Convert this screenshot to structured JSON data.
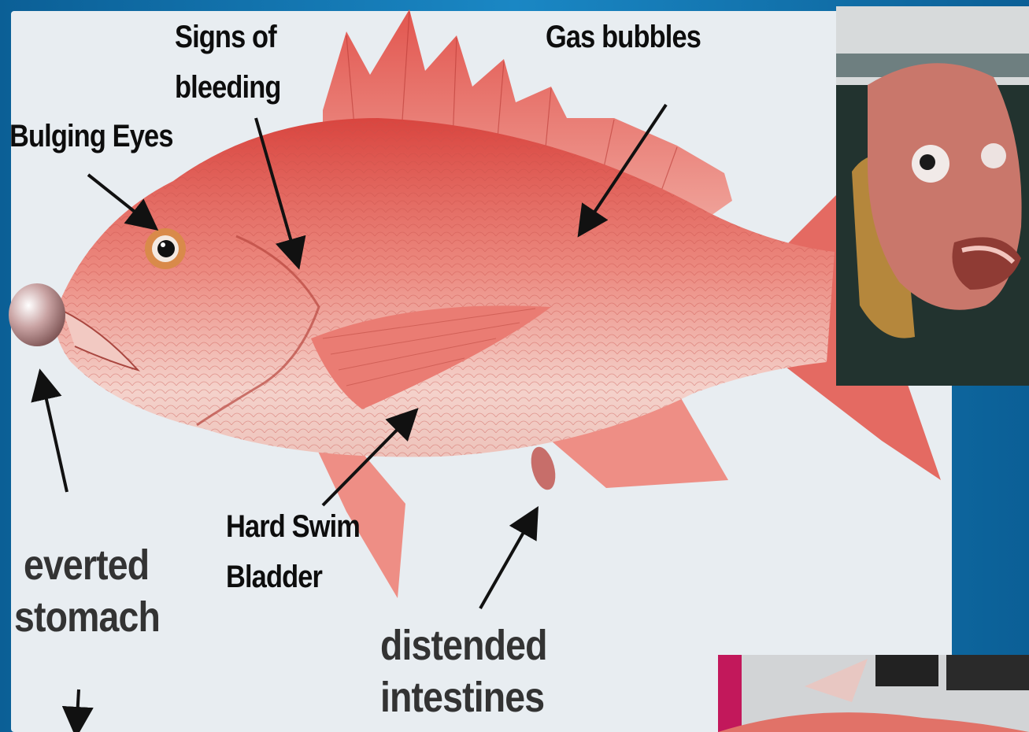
{
  "labels": {
    "signs_of_bleeding_line1": "Signs of",
    "signs_of_bleeding_line2": "bleeding",
    "gas_bubbles": "Gas bubbles",
    "bulging_eyes": "Bulging Eyes",
    "hard_swim_bladder_line1": "Hard Swim",
    "hard_swim_bladder_line2": "Bladder",
    "everted_stomach_line1": "everted",
    "everted_stomach_line2": "stomach",
    "distended_intestines_line1": "distended",
    "distended_intestines_line2": "intestines"
  },
  "colors": {
    "background": "#0f6fa8",
    "panel": "#e8edf1",
    "fish_body": "#e8736e",
    "fish_belly": "#f3d3cc",
    "fin": "#e07a72",
    "arrow": "#111111",
    "label_text": "#0d0d0d",
    "big_label_text": "#333333"
  },
  "icons": {
    "fish": "red-snapper-illustration",
    "photo_top_right": "snapper-head-photo",
    "photo_bottom_right": "snapper-on-deck-photo"
  }
}
